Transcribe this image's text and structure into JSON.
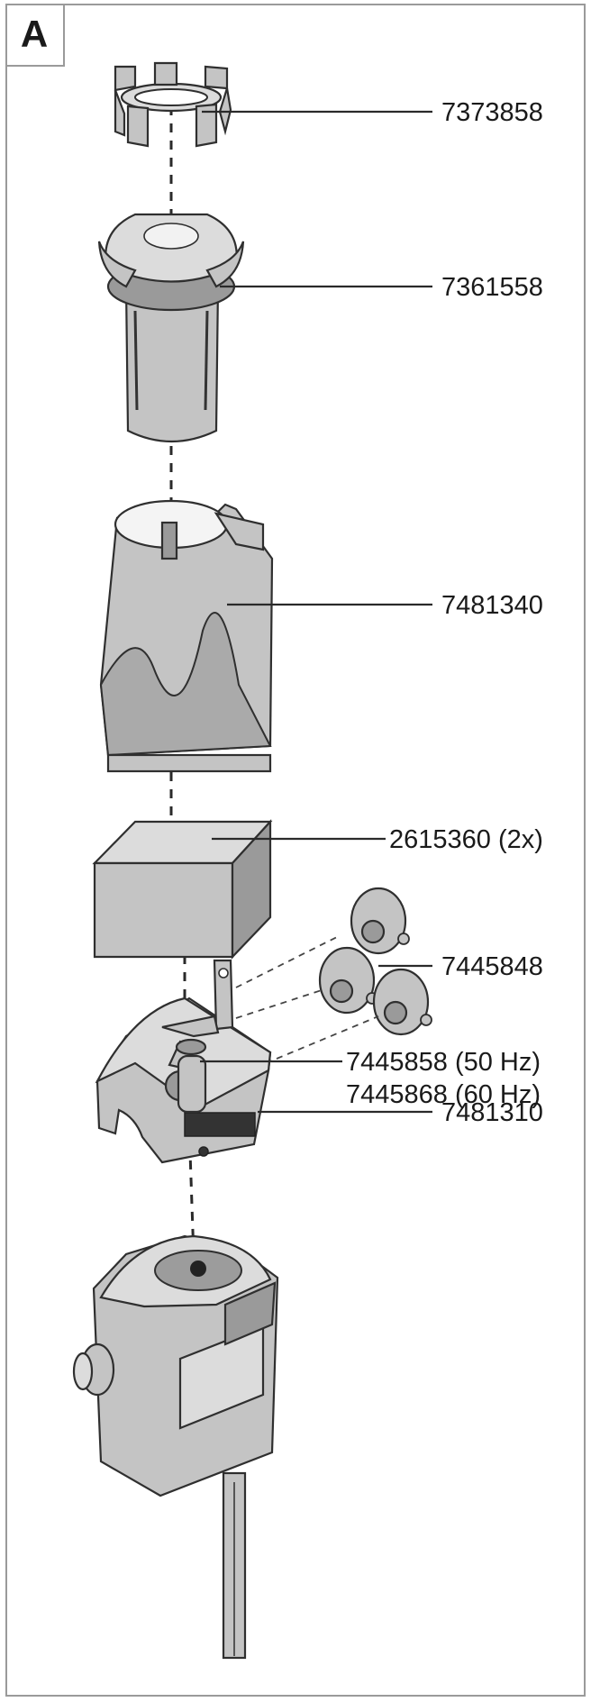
{
  "panel": {
    "letter": "A"
  },
  "parts": [
    {
      "id": "clip-ring",
      "label": "7373858"
    },
    {
      "id": "intake-cage",
      "label": "7361558"
    },
    {
      "id": "filter-housing",
      "label": "7481340"
    },
    {
      "id": "filter-sponge",
      "label": "2615360 (2x)"
    },
    {
      "id": "suction-cups",
      "label": "7445848"
    },
    {
      "id": "pump-cover",
      "label": "7481310"
    },
    {
      "id": "impeller",
      "label": "7445858 (50 Hz)",
      "label2": "7445868 (60 Hz)"
    },
    {
      "id": "motor-unit",
      "label": ""
    }
  ],
  "colors": {
    "frame": "#9a9a9a",
    "part_gray": "#c4c4c4",
    "line": "#2a2a2a"
  }
}
